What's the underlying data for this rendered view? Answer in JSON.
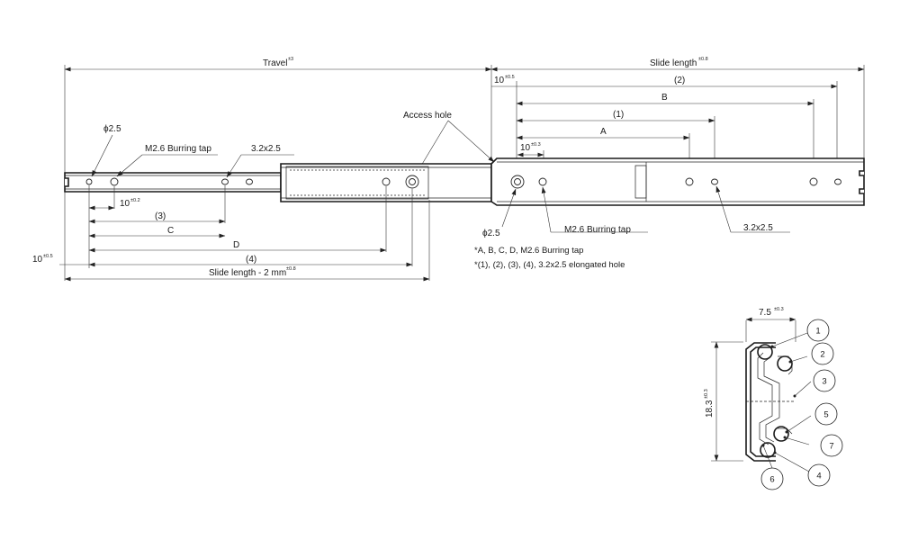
{
  "labels": {
    "travel": "Travel",
    "travel_tol": "±3",
    "slide_length": "Slide length",
    "slide_length_tol": "±0.8",
    "ten": "10",
    "tol_05": "±0.5",
    "tol_03": "±0.3",
    "tol_02": "±0.2",
    "p2": "(2)",
    "B": "B",
    "p1": "(1)",
    "A": "A",
    "access_hole": "Access hole",
    "phi_left": "ϕ2.5",
    "m26_left": "M2.6 Burring tap",
    "slot_left": "3.2x2.5",
    "p3": "(3)",
    "C": "C",
    "D": "D",
    "p4": "(4)",
    "slide_minus": "Slide length  - 2 mm",
    "slide_minus_tol": "±0.8",
    "phi_right": "ϕ2.5",
    "m26_right": "M2.6 Burring tap",
    "slot_right": "3.2x2.5",
    "note1": "*A, B, C, D, M2.6 Burring tap",
    "note2": "*(1), (2), (3), (4), 3.2x2.5 elongated hole",
    "width_dim": "7.5",
    "width_tol": "±0.3",
    "height_dim": "18.3",
    "height_tol": "±0.3"
  },
  "callouts": [
    "1",
    "2",
    "3",
    "5",
    "7",
    "4",
    "6"
  ]
}
